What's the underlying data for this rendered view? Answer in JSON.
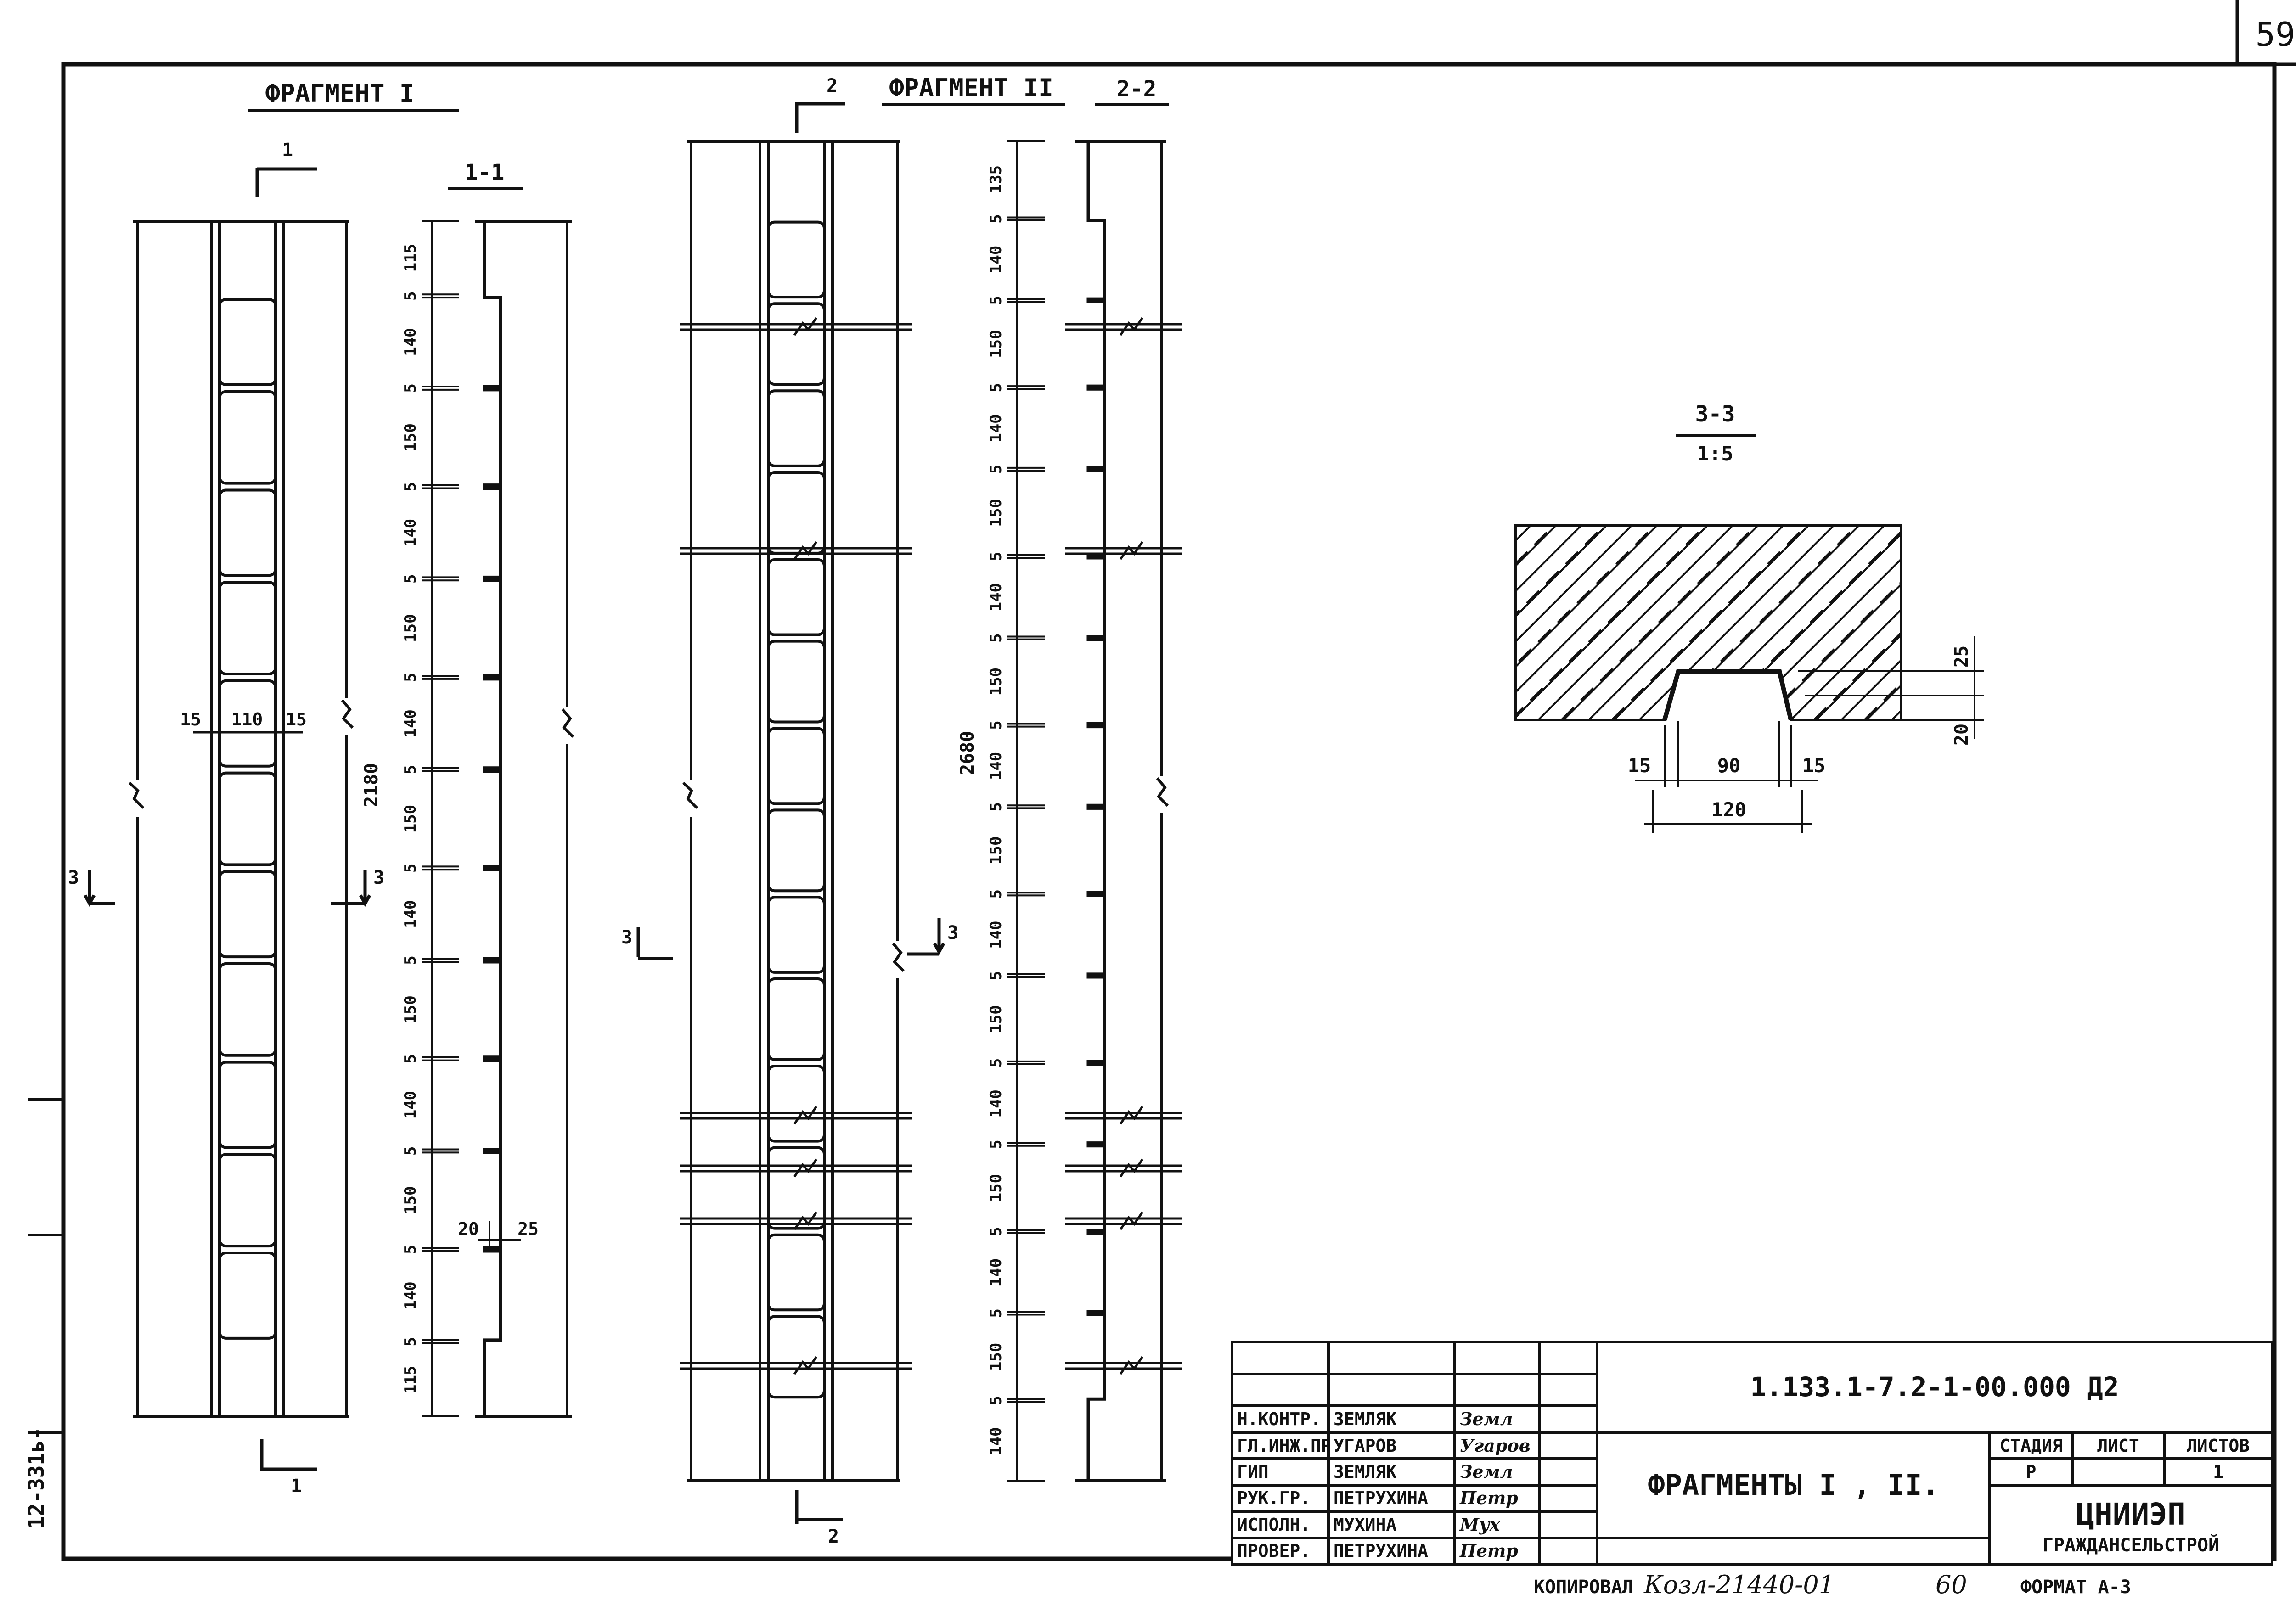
{
  "sheet": {
    "page_number": "59",
    "left_margin_code": "12-331ь-",
    "footer": {
      "copied_label": "КОПИРОВАЛ",
      "copier_code": "Козл-21440-01",
      "copy_number": "60",
      "format_label": "ФОРМАТ А-3"
    }
  },
  "fragment1": {
    "title": "ФРАГМЕНТ  I",
    "section_mark": "1",
    "section_label": "1-1",
    "section3_mark": "3",
    "width_dims": [
      "15",
      "110",
      "15"
    ],
    "total_height": "2180",
    "height_dims": [
      "115",
      "5",
      "140",
      "5",
      "150",
      "5",
      "140",
      "5",
      "150",
      "5",
      "140",
      "5",
      "150",
      "5",
      "140",
      "5",
      "150",
      "5",
      "140",
      "5",
      "150",
      "5",
      "140",
      "5",
      "115"
    ],
    "notch_dims": [
      "20",
      "25"
    ]
  },
  "fragment2": {
    "title": "ФРАГМЕНТ  II",
    "section_mark": "2",
    "section_label": "2-2",
    "section3_mark": "3",
    "total_height": "2680",
    "height_dims": [
      "135",
      "5",
      "140",
      "5",
      "150",
      "5",
      "140",
      "5",
      "150",
      "5",
      "140",
      "5",
      "150",
      "5",
      "140",
      "5",
      "150",
      "5",
      "140",
      "5",
      "150",
      "5",
      "140",
      "5",
      "150",
      "5",
      "140",
      "5",
      "150",
      "5",
      "140"
    ]
  },
  "section33": {
    "label": "3-3",
    "scale": "1:5",
    "dims": [
      "90",
      "15",
      "15",
      "120",
      "25",
      "20"
    ]
  },
  "title_block": {
    "doc_code": "1.133.1-7.2-1-00.000 Д2",
    "drawing_title": "ФРАГМЕНТЫ I , II.",
    "stage_label": "СТАДИЯ",
    "sheet_label": "ЛИСТ",
    "sheets_label": "ЛИСТОВ",
    "stage_value": "Р",
    "sheet_value": "",
    "sheets_value": "1",
    "org_name": "ЦНИИЭП",
    "org_sub": "ГРАЖДАНСЕЛЬСТРОЙ",
    "signatures": [
      {
        "role": "Н.КОНТР.",
        "name": "ЗЕМЛЯК",
        "sig": "Земл"
      },
      {
        "role": "ГЛ.ИНЖ.ПР",
        "name": "УГАРОВ",
        "sig": "Угаров"
      },
      {
        "role": "ГИП",
        "name": "ЗЕМЛЯК",
        "sig": "Земл"
      },
      {
        "role": "РУК.ГР.",
        "name": "ПЕТРУХИНА",
        "sig": "Петр"
      },
      {
        "role": "ИСПОЛН.",
        "name": "МУХИНА",
        "sig": "Мух"
      },
      {
        "role": "ПРОВЕР.",
        "name": "ПЕТРУХИНА",
        "sig": "Петр"
      }
    ]
  }
}
